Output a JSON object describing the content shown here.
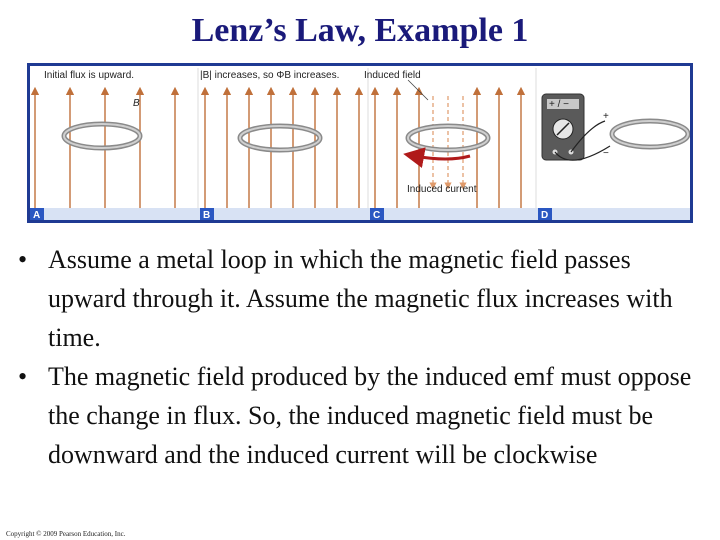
{
  "slide": {
    "title": "Lenz’s Law, Example 1",
    "bullets": [
      "Assume a metal loop in which the magnetic field passes upward through it. Assume the magnetic flux increases with time.",
      "The magnetic field produced by the induced emf must oppose the change in flux. So, the induced magnetic field must be downward and the induced current will be clockwise"
    ],
    "copyright": "Copyright © 2009 Pearson Education, Inc."
  },
  "figure": {
    "panel_a_caption": "Initial flux is upward.",
    "panel_b_caption": "|B| increases, so ΦB increases.",
    "panel_c_caption": "Induced field",
    "induced_current_label": "Induced current",
    "field_symbol": "B",
    "meter_display": "+ / −",
    "plus_sign": "+",
    "minus_sign": "−",
    "panels": [
      "A",
      "B",
      "C",
      "D"
    ],
    "colors": {
      "field_arrow": "#c0703a",
      "induced_field": "#e09a6a",
      "current_arrow": "#b01a1a",
      "frame": "#1f3a93",
      "loop": "#8a8a8a"
    }
  }
}
